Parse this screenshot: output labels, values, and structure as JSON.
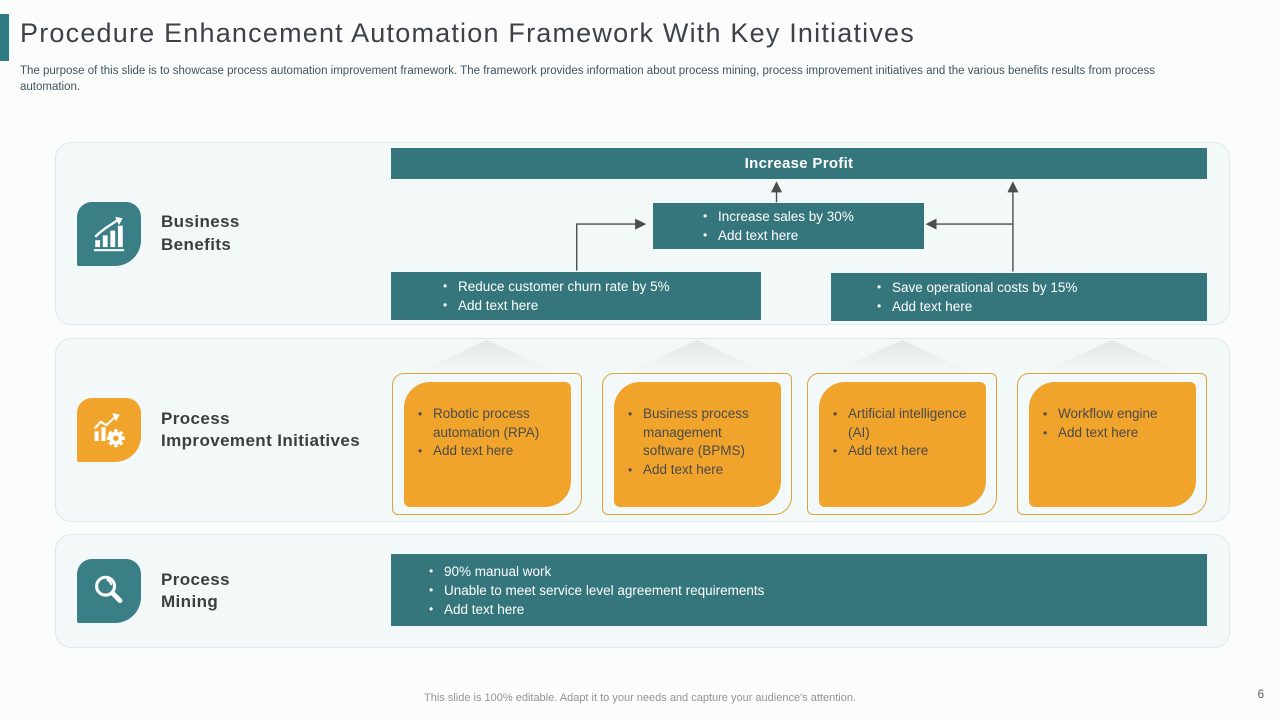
{
  "slide": {
    "title": "Procedure Enhancement Automation Framework With Key Initiatives",
    "subtitle": "The purpose of this slide is to showcase process automation improvement framework. The framework provides information about process mining, process improvement initiatives and the various benefits results from process automation.",
    "footer": "This slide is 100% editable. Adapt it to your needs and capture your audience's attention.",
    "page_number": "6"
  },
  "colors": {
    "teal": "#35767d",
    "teal_icon": "#3a7f86",
    "orange": "#f0a42b",
    "card_border": "#dba43c",
    "section_bg": "#f3f9f9",
    "arrow_gray": "#4d4d4d"
  },
  "icons": {
    "benefits": "growth-bar-chart-icon",
    "initiatives": "chart-gear-icon",
    "mining": "magnifier-icon"
  },
  "sections": {
    "benefits": {
      "label_lines": [
        "Business",
        "Benefits"
      ],
      "profit_bar_label": "Increase Profit",
      "sales_box": [
        "Increase sales by 30%",
        "Add text here"
      ],
      "reduce_box": [
        "Reduce customer churn rate by 5%",
        "Add text here"
      ],
      "save_box": [
        "Save operational costs by 15%",
        "Add text here"
      ]
    },
    "initiatives": {
      "label_lines": [
        "Process",
        "Improvement Initiatives"
      ],
      "cards": [
        {
          "items": [
            "Robotic process automation (RPA)",
            "Add text here"
          ]
        },
        {
          "items": [
            "Business process management software (BPMS)",
            "Add text here"
          ]
        },
        {
          "items": [
            "Artificial intelligence (AI)",
            "Add text here"
          ]
        },
        {
          "items": [
            "Workflow engine",
            "Add text here"
          ]
        }
      ]
    },
    "mining": {
      "label_lines": [
        "Process",
        "Mining"
      ],
      "box": [
        "90% manual work",
        "Unable to meet service level agreement requirements",
        "Add text here"
      ]
    }
  }
}
